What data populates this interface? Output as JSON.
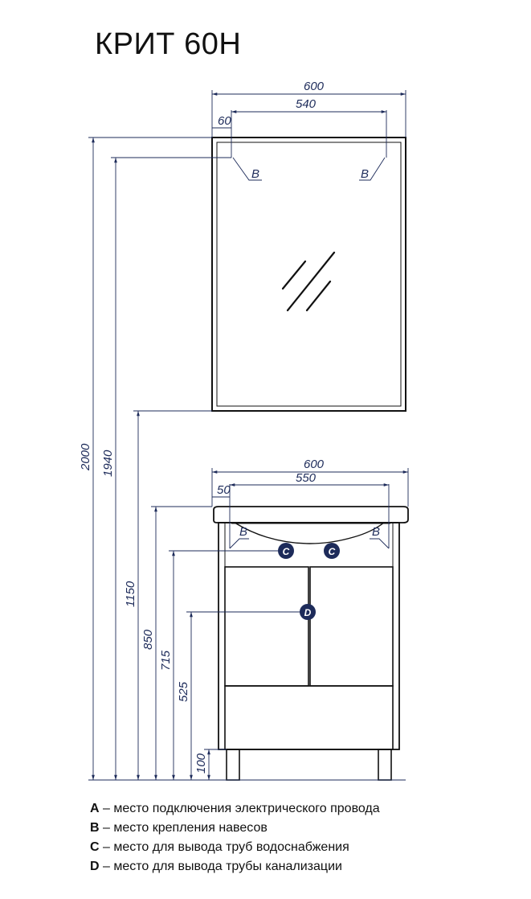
{
  "title": "КРИТ 60Н",
  "mirror": {
    "width_overall": "600",
    "width_mount": "540",
    "edge_offset": "60",
    "mount_marks": [
      "B",
      "B"
    ]
  },
  "cabinet": {
    "width_overall": "600",
    "width_mount": "550",
    "edge_offset": "50",
    "mount_marks": [
      "B",
      "B"
    ],
    "water_outlets": [
      "C",
      "C"
    ],
    "drain_outlet": "D"
  },
  "heights": [
    "2000",
    "1940",
    "1150",
    "850",
    "715",
    "525",
    "100"
  ],
  "legend": [
    {
      "key": "A",
      "text": " – место подключения электрического провода"
    },
    {
      "key": "B",
      "text": " – место крепления навесов"
    },
    {
      "key": "C",
      "text": " – место для вывода труб водоснабжения"
    },
    {
      "key": "D",
      "text": " – место для вывода трубы канализации"
    }
  ],
  "colors": {
    "dimension": "#1d2b5a",
    "marker": "#1d2b5a",
    "outline": "#111111"
  }
}
